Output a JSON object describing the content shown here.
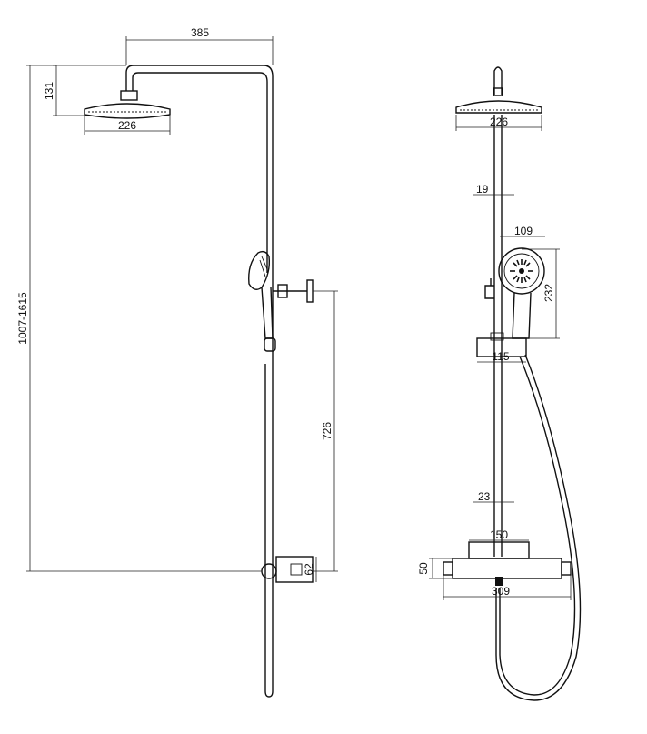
{
  "dimensions": {
    "side_arm_length": "385",
    "side_head_height": "131",
    "side_head_diameter": "226",
    "side_total_height": "1007-1615",
    "side_holder_height": "726",
    "side_valve_depth": "62",
    "front_head_diameter": "226",
    "front_rail_diameter": "19",
    "front_handshower_diameter": "109",
    "front_handshower_height": "232",
    "front_slider_width": "115",
    "front_lower_rail_diameter": "23",
    "front_valve_center": "150",
    "front_valve_height": "50",
    "front_valve_width": "309"
  },
  "colors": {
    "ink": "#111111",
    "background": "#ffffff"
  }
}
